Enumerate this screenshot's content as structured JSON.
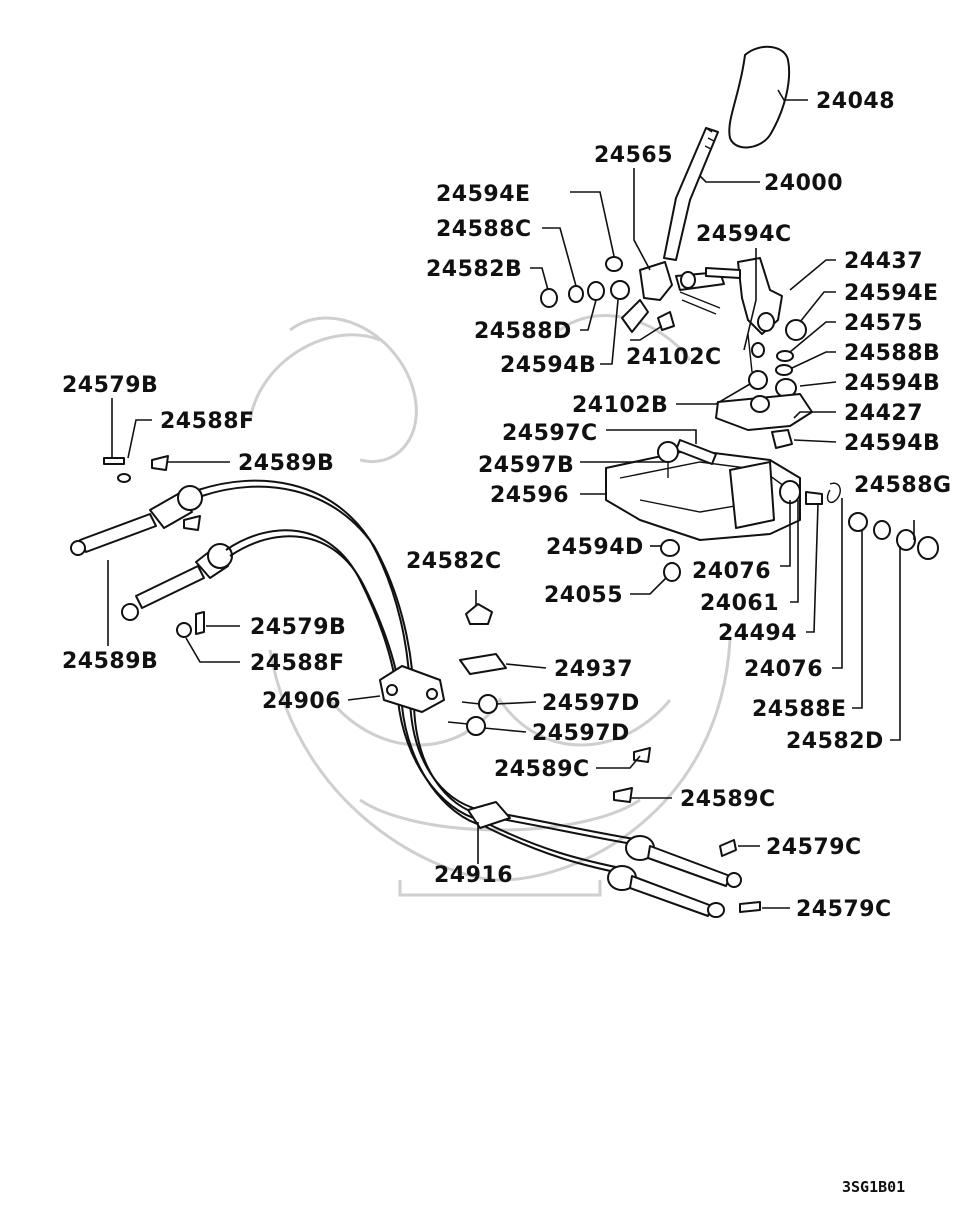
{
  "diagram": {
    "image_code": "3SG1B01",
    "labels": {
      "l24048": "24048",
      "l24565": "24565",
      "l24000": "24000",
      "l24594E_a": "24594E",
      "l24588C": "24588C",
      "l24594C": "24594C",
      "l24437": "24437",
      "l24582B": "24582B",
      "l24594E_b": "24594E",
      "l24575": "24575",
      "l24588D": "24588D",
      "l24594B_a": "24594B",
      "l24102C": "24102C",
      "l24588B": "24588B",
      "l24594B_b": "24594B",
      "l24579B_a": "24579B",
      "l24102B": "24102B",
      "l24427": "24427",
      "l24588F_a": "24588F",
      "l24597C": "24597C",
      "l24594B_c": "24594B",
      "l24589B_a": "24589B",
      "l24597B": "24597B",
      "l24596": "24596",
      "l24588G": "24588G",
      "l24594D": "24594D",
      "l24076_a": "24076",
      "l24582C": "24582C",
      "l24055": "24055",
      "l24061": "24061",
      "l24579B_b": "24579B",
      "l24494": "24494",
      "l24589B_b": "24589B",
      "l24588F_b": "24588F",
      "l24076_b": "24076",
      "l24937": "24937",
      "l24906": "24906",
      "l24597D_a": "24597D",
      "l24588E": "24588E",
      "l24597D_b": "24597D",
      "l24582D": "24582D",
      "l24589C_a": "24589C",
      "l24589C_b": "24589C",
      "l24579C_a": "24579C",
      "l24916": "24916",
      "l24579C_b": "24579C"
    }
  }
}
